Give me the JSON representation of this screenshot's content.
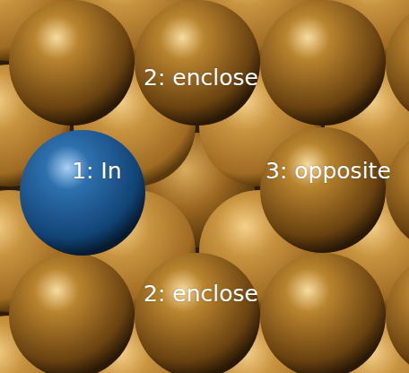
{
  "diagram": {
    "labels": [
      "2: enclose",
      "1: In",
      "3: opposite",
      "2: enclose"
    ]
  }
}
